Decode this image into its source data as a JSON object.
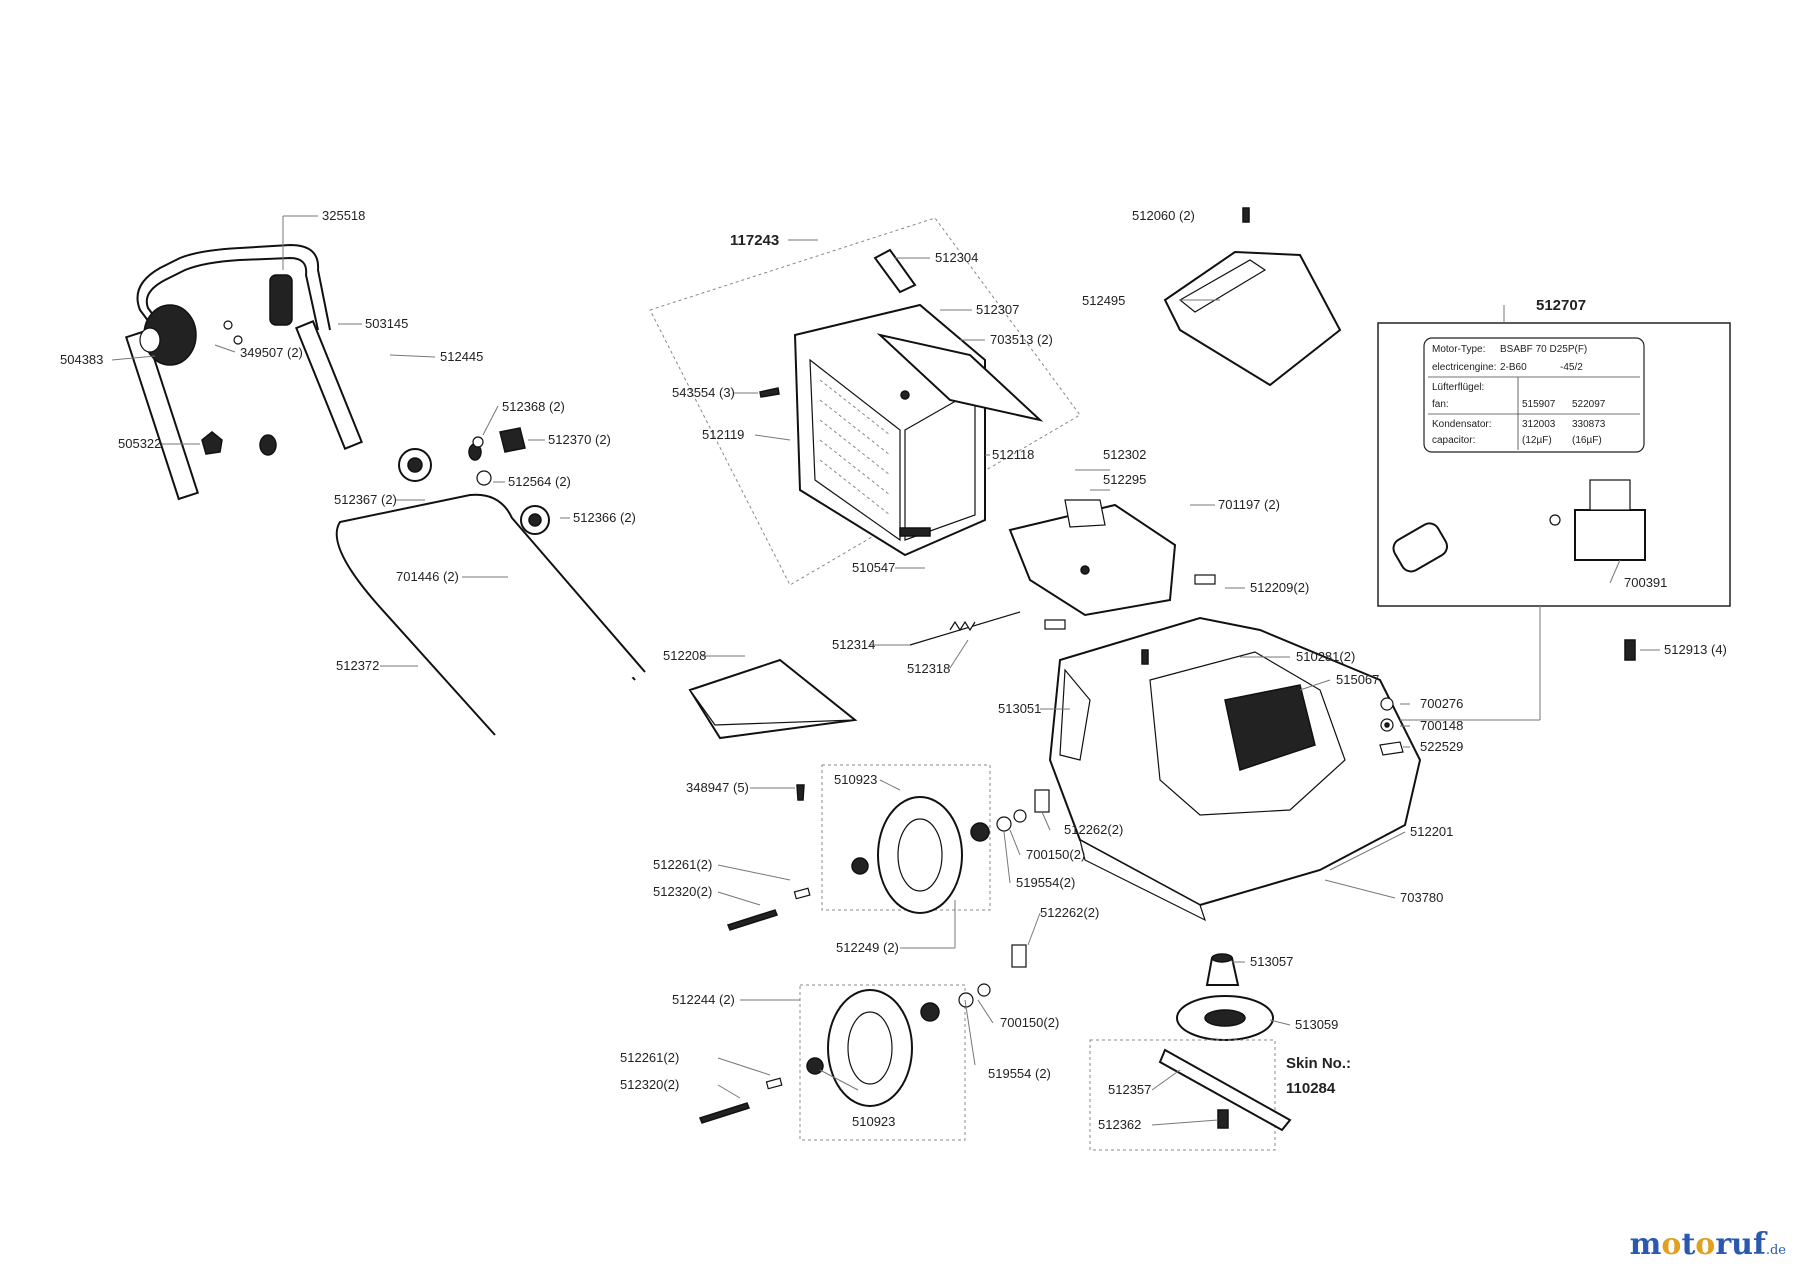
{
  "labels": {
    "p325518": "325518",
    "p503145": "503145",
    "p504383": "504383",
    "p349507": "349507 (2)",
    "p512445": "512445",
    "p505322": "505322",
    "p512368": "512368 (2)",
    "p512370": "512370 (2)",
    "p512564": "512564 (2)",
    "p512367": "512367 (2)",
    "p512366": "512366 (2)",
    "p701446": "701446 (2)",
    "p512372": "512372",
    "p117243": "117243",
    "p512304": "512304",
    "p512307": "512307",
    "p703513": "703513 (2)",
    "p543554": "543554 (3)",
    "p512119": "512119",
    "p512118": "512118",
    "p510547": "510547",
    "p512060": "512060 (2)",
    "p512495": "512495",
    "p512302": "512302",
    "p512295": "512295",
    "p701197": "701197 (2)",
    "p512209": "512209(2)",
    "p512314": "512314",
    "p512318": "512318",
    "p512208": "512208",
    "p510281": "510281(2)",
    "p515067": "515067",
    "p513051": "513051",
    "p700276": "700276",
    "p700148": "700148",
    "p522529": "522529",
    "p348947": "348947 (5)",
    "p510923a": "510923",
    "p512262a": "512262(2)",
    "p700150a": "700150(2)",
    "p519554a": "519554(2)",
    "p512261a": "512261(2)",
    "p512320a": "512320(2)",
    "p512249": "512249 (2)",
    "p512201": "512201",
    "p703780": "703780",
    "p512262b": "512262(2)",
    "p513057": "513057",
    "p512244": "512244 (2)",
    "p700150b": "700150(2)",
    "p513059": "513059",
    "p512261b": "512261(2)",
    "p512320b": "512320(2)",
    "p519554b": "519554 (2)",
    "p510923b": "510923",
    "p512357": "512357",
    "p512362": "512362",
    "p512707": "512707",
    "p700391": "700391",
    "p512913": "512913 (4)"
  },
  "skin": {
    "label": "Skin No.:",
    "number": "110284"
  },
  "motor_table": {
    "rows": [
      [
        "Motor-Type:",
        "BSABF 70  D25P(F)",
        ""
      ],
      [
        "electricengine:",
        "2-B60",
        "-45/2"
      ],
      [
        "Lüfterflügel:",
        "",
        ""
      ],
      [
        "fan:",
        "515907",
        "522097"
      ],
      [
        "Kondensator:",
        "312003",
        "330873"
      ],
      [
        "capacitor:",
        "(12µF)",
        "(16µF)"
      ]
    ]
  },
  "logo": {
    "m": "m",
    "o1": "o",
    "t": "t",
    "o2": "o",
    "r": "r",
    "u": "u",
    "f": "f",
    "de": ".de"
  }
}
